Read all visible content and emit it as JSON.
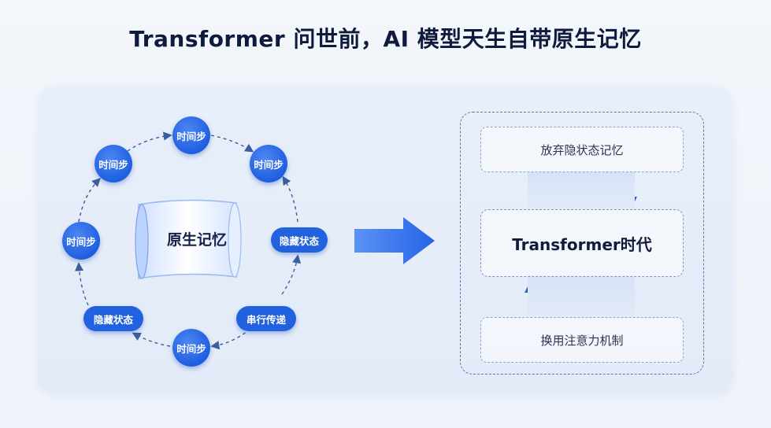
{
  "title": "Transformer 问世前，AI 模型天生自带原生记忆",
  "left": {
    "center_label": "原生记忆",
    "nodes": {
      "top": "时间步",
      "top_right": "时间步",
      "right": "隐藏状态",
      "bottom_right": "串行传递",
      "bottom": "时间步",
      "bottom_left": "隐藏状态",
      "left": "时间步",
      "top_left": "时间步"
    }
  },
  "right": {
    "top_box": "放弃隐状态记忆",
    "main_box": "Transformer时代",
    "bottom_box": "换用注意力机制"
  },
  "colors": {
    "accent": "#2262df",
    "title": "#0f1b3d",
    "arrow": "#3f7cf0"
  }
}
